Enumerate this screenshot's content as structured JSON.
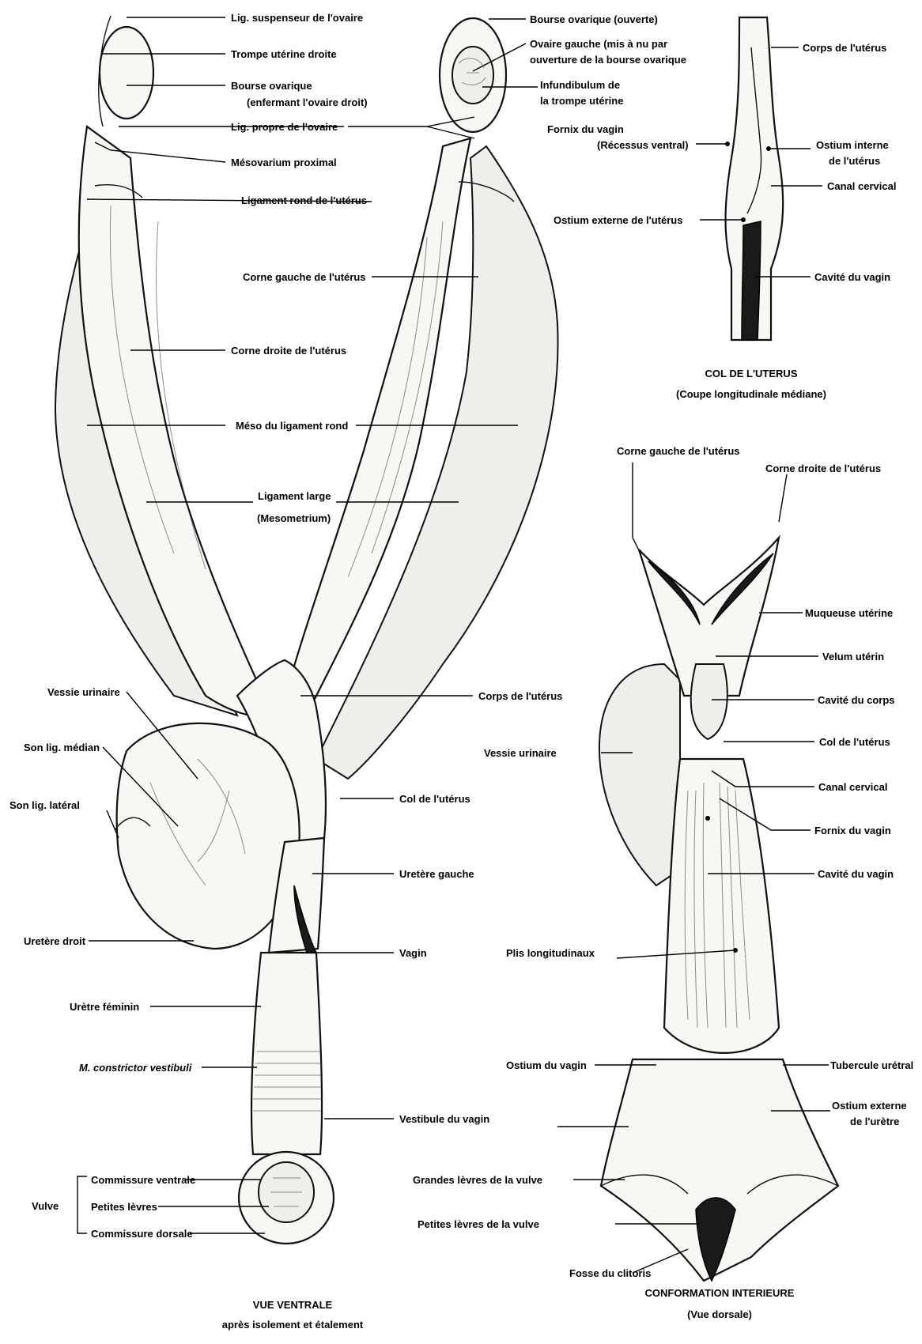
{
  "figure": {
    "ventral": {
      "labels": {
        "lig_suspenseur": "Lig. suspenseur de l'ovaire",
        "trompe_droite": "Trompe utérine droite",
        "bourse_ovarique_1": "Bourse ovarique",
        "bourse_ovarique_2": "(enfermant l'ovaire droit)",
        "lig_propre": "Lig. propre de l'ovaire",
        "mesovarium": "Mésovarium proximal",
        "lig_rond": "Ligament rond de l'utérus",
        "corne_gauche": "Corne gauche de l'utérus",
        "corne_droite": "Corne droite de l'utérus",
        "meso_lig_rond": "Méso du ligament rond",
        "lig_large_1": "Ligament large",
        "lig_large_2": "(Mesometrium)",
        "corps_uterus": "Corps de l'utérus",
        "vessie": "Vessie urinaire",
        "lig_median": "Son lig. médian",
        "lig_lateral": "Son lig. latéral",
        "col_uterus": "Col de l'utérus",
        "uretere_gauche": "Uretère gauche",
        "uretere_droit": "Uretère droit",
        "vagin": "Vagin",
        "uretre": "Urètre féminin",
        "constrictor": "M. constrictor vestibuli",
        "vestibule": "Vestibule du vagin",
        "vulve": "Vulve",
        "commissure_ventrale": "Commissure ventrale",
        "petites_levres": "Petites lèvres",
        "commissure_dorsale": "Commissure dorsale",
        "bourse_ouverte": "Bourse ovarique (ouverte)",
        "ovaire_gauche_1": "Ovaire gauche (mis à nu par",
        "ovaire_gauche_2": "ouverture de la bourse ovarique",
        "infundibulum_1": "Infundibulum de",
        "infundibulum_2": "la trompe utérine"
      },
      "caption_1": "VUE VENTRALE",
      "caption_2": "après isolement et étalement"
    },
    "cervix": {
      "labels": {
        "fornix_1": "Fornix du vagin",
        "fornix_2": "(Récessus ventral)",
        "ostium_externe": "Ostium externe de l'utérus",
        "corps": "Corps de l'utérus",
        "ostium_interne_1": "Ostium interne",
        "ostium_interne_2": "de l'utérus",
        "canal": "Canal cervical",
        "cavite_vagin": "Cavité du vagin"
      },
      "caption_1": "COL DE L'UTERUS",
      "caption_2": "(Coupe longitudinale médiane)"
    },
    "interior": {
      "labels": {
        "corne_gauche": "Corne gauche de l'utérus",
        "corne_droite": "Corne droite de l'utérus",
        "muqueuse": "Muqueuse utérine",
        "velum": "Velum utérin",
        "cavite_corps": "Cavité du corps",
        "col": "Col de l'utérus",
        "vessie": "Vessie urinaire",
        "canal": "Canal cervical",
        "fornix": "Fornix du vagin",
        "cavite_vagin": "Cavité du vagin",
        "plis": "Plis longitudinaux",
        "ostium_vagin": "Ostium du vagin",
        "tubercule": "Tubercule urétral",
        "ostium_uretre_1": "Ostium externe",
        "ostium_uretre_2": "de l'urètre",
        "grandes_levres": "Grandes lèvres de la vulve",
        "petites_levres": "Petites lèvres de la vulve",
        "fosse_clitoris": "Fosse du clitoris"
      },
      "caption_1": "CONFORMATION INTERIEURE",
      "caption_2": "(Vue dorsale)"
    }
  }
}
